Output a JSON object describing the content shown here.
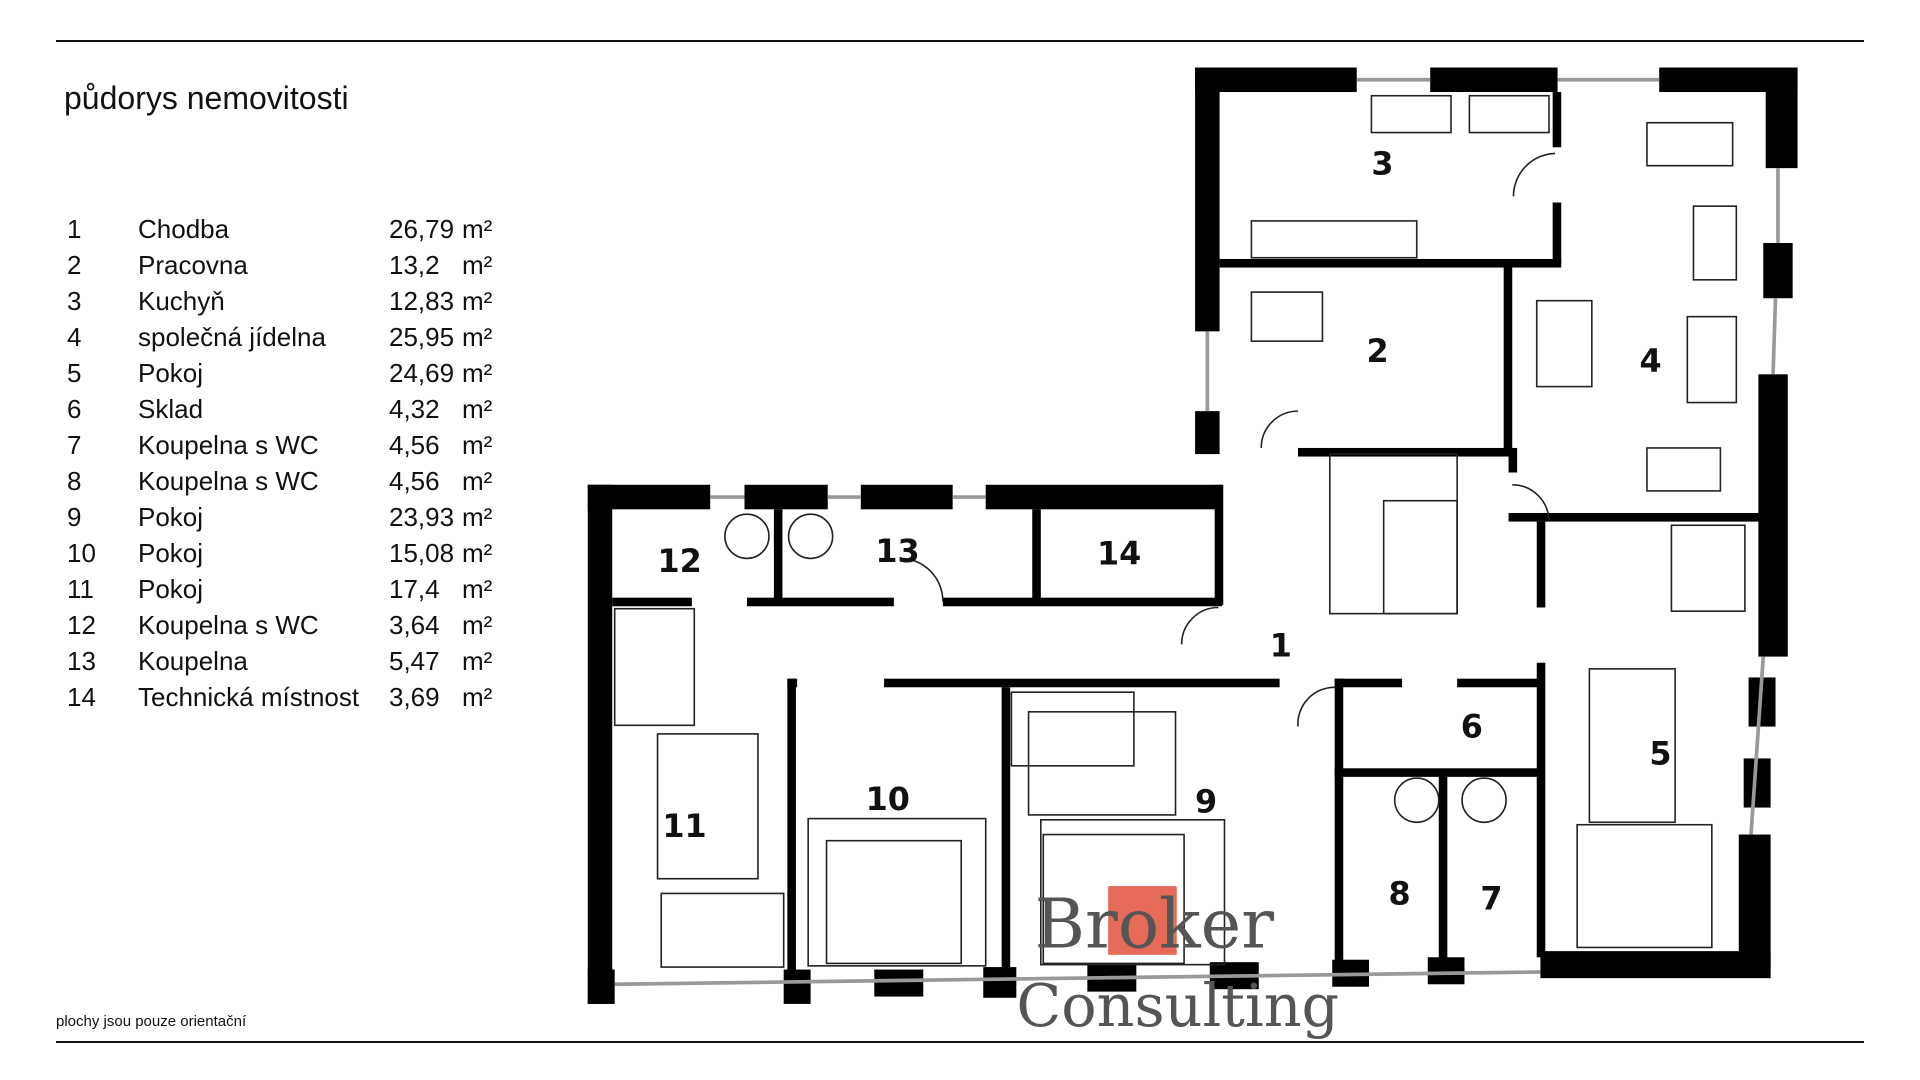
{
  "title": "půdorys nemovitosti",
  "rooms": [
    {
      "no": "1",
      "name": "Chodba",
      "area": "26,79",
      "unit": "m²"
    },
    {
      "no": "2",
      "name": "Pracovna",
      "area": "13,2",
      "unit": "m²"
    },
    {
      "no": "3",
      "name": "Kuchyň",
      "area": "12,83",
      "unit": "m²"
    },
    {
      "no": "4",
      "name": "společná jídelna",
      "area": "25,95",
      "unit": "m²"
    },
    {
      "no": "5",
      "name": "Pokoj",
      "area": "24,69",
      "unit": "m²"
    },
    {
      "no": "6",
      "name": "Sklad",
      "area": "4,32",
      "unit": "m²"
    },
    {
      "no": "7",
      "name": "Koupelna s WC",
      "area": "4,56",
      "unit": "m²"
    },
    {
      "no": "8",
      "name": "Koupelna s WC",
      "area": "4,56",
      "unit": "m²"
    },
    {
      "no": "9",
      "name": "Pokoj",
      "area": "23,93",
      "unit": "m²"
    },
    {
      "no": "10",
      "name": "Pokoj",
      "area": "15,08",
      "unit": "m²"
    },
    {
      "no": "11",
      "name": "Pokoj",
      "area": "17,4",
      "unit": "m²"
    },
    {
      "no": "12",
      "name": "Koupelna s WC",
      "area": "3,64",
      "unit": "m²"
    },
    {
      "no": "13",
      "name": "Koupelna",
      "area": "5,47",
      "unit": "m²"
    },
    {
      "no": "14",
      "name": "Technická místnost",
      "area": "3,69",
      "unit": "m²"
    }
  ],
  "note": "plochy jsou pouze orientační",
  "logo": {
    "line1": "Broker",
    "line2": "Consulting",
    "accent": "#e0503a"
  }
}
